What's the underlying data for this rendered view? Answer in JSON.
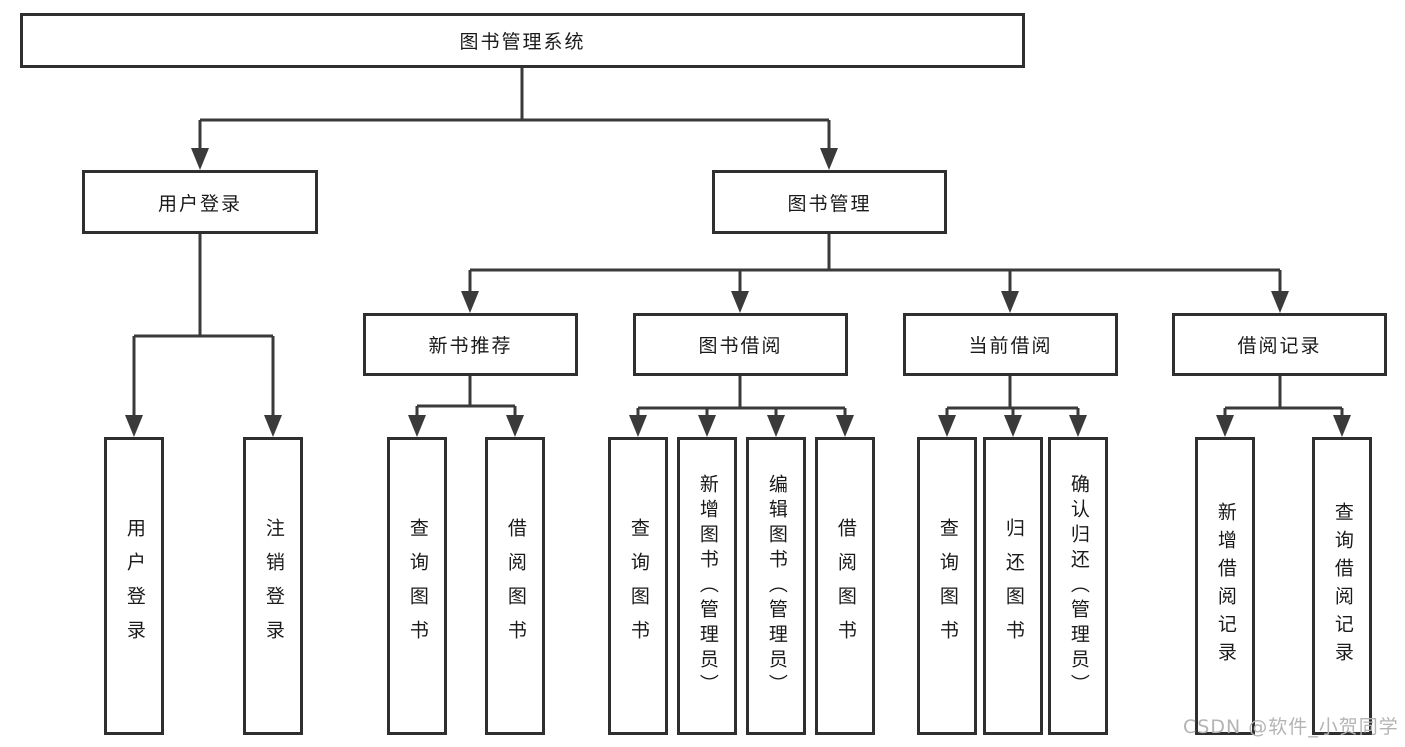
{
  "colors": {
    "line": "#3a3a3a",
    "box_border": "#2f2f2f",
    "text": "#1a1a1a",
    "watermark": "#b4b4b4",
    "background": "#ffffff"
  },
  "tree": {
    "root": {
      "label": "图书管理系统"
    },
    "branches": [
      {
        "label": "用户登录",
        "children": [
          {
            "label": "用户登录"
          },
          {
            "label": "注销登录"
          }
        ]
      },
      {
        "label": "图书管理",
        "children": [
          {
            "label": "新书推荐",
            "children": [
              {
                "label": "查询图书"
              },
              {
                "label": "借阅图书"
              }
            ]
          },
          {
            "label": "图书借阅",
            "children": [
              {
                "label": "查询图书"
              },
              {
                "label": "新增图书（管理员）"
              },
              {
                "label": "编辑图书（管理员）"
              },
              {
                "label": "借阅图书"
              }
            ]
          },
          {
            "label": "当前借阅",
            "children": [
              {
                "label": "查询图书"
              },
              {
                "label": "归还图书"
              },
              {
                "label": "确认归还（管理员）"
              }
            ]
          },
          {
            "label": "借阅记录",
            "children": [
              {
                "label": "新增借阅记录"
              },
              {
                "label": "查询借阅记录"
              }
            ]
          }
        ]
      }
    ]
  },
  "watermark": "CSDN @软件_小贺同学"
}
